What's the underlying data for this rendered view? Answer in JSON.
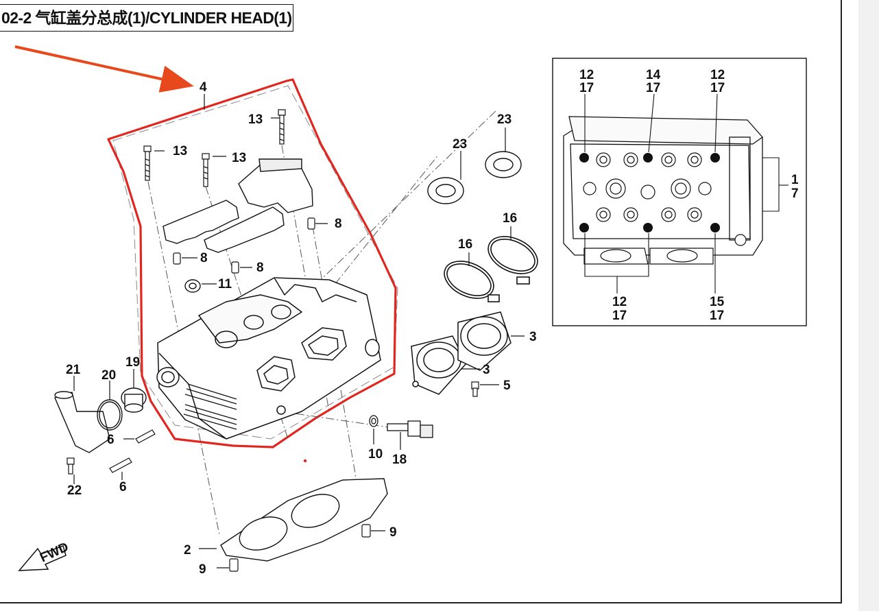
{
  "title": "02-2 气缸盖分总成(1)/CYLINDER HEAD(1)",
  "accent_color": "#e0261f",
  "arrow_color": "#e8491c",
  "fwd_label": "FWD",
  "callouts": {
    "c4": "4",
    "c13a": "13",
    "c13b": "13",
    "c13c": "13",
    "c8a": "8",
    "c8b": "8",
    "c8c": "8",
    "c11": "11",
    "c23a": "23",
    "c23b": "23",
    "c16a": "16",
    "c16b": "16",
    "c3a": "3",
    "c3b": "3",
    "c5": "5",
    "c21": "21",
    "c20": "20",
    "c19": "19",
    "c6a": "6",
    "c6b": "6",
    "c22": "22",
    "c10": "10",
    "c18": "18",
    "c2": "2",
    "c9a": "9",
    "c9b": "9"
  },
  "inset": {
    "top_left": [
      "12",
      "17"
    ],
    "top_mid": [
      "14",
      "17"
    ],
    "top_right": [
      "12",
      "17"
    ],
    "side": [
      "1",
      "7"
    ],
    "bottom_left": [
      "12",
      "17"
    ],
    "bottom_right": [
      "15",
      "17"
    ]
  }
}
